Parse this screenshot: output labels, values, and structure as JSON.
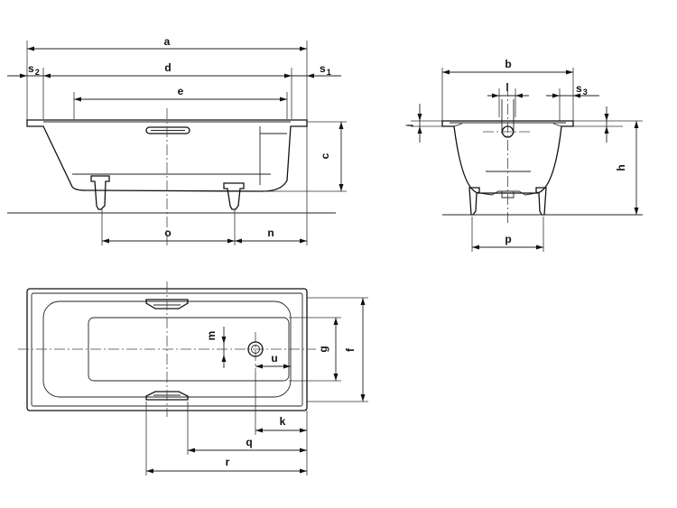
{
  "labels": {
    "a": "a",
    "s2_main": "s",
    "s2_sub": "2",
    "d": "d",
    "s1_main": "s",
    "s1_sub": "1",
    "e": "e",
    "c": "c",
    "o": "o",
    "n": "n",
    "b": "b",
    "l": "l",
    "s3_main": "s",
    "s3_sub": "3",
    "j": "j",
    "h": "h",
    "p": "p",
    "m": "m",
    "g": "g",
    "f": "f",
    "u": "u",
    "k": "k",
    "q": "q",
    "r": "r"
  }
}
